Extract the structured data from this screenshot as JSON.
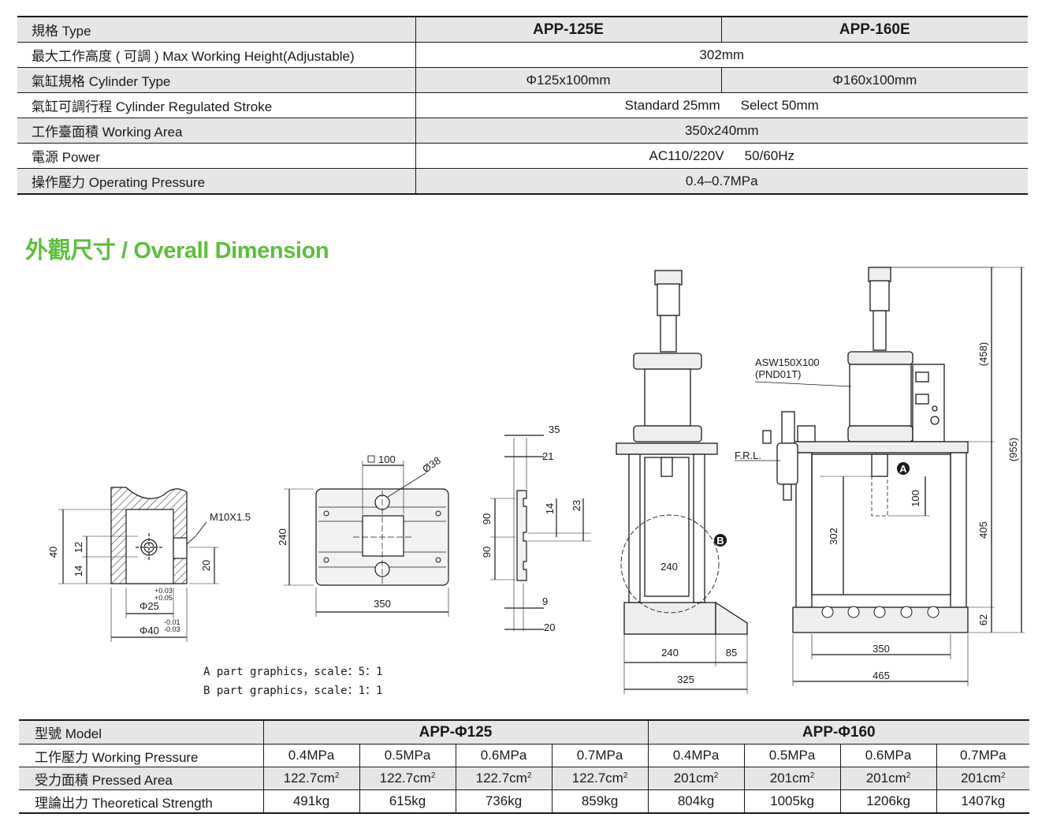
{
  "spec_table": {
    "header": {
      "label": "規格 Type",
      "model_a": "APP-125E",
      "model_b": "APP-160E"
    },
    "rows": [
      {
        "label": "最大工作高度 ( 可調 ) Max Working Height(Adjustable)",
        "value": "302mm"
      },
      {
        "label": "氣缸規格 Cylinder Type",
        "value_a": "Φ125x100mm",
        "value_b": "Φ160x100mm"
      },
      {
        "label": "氣缸可調行程 Cylinder Regulated Stroke",
        "value": "Standard 25mm",
        "value_extra": "Select 50mm"
      },
      {
        "label": "工作臺面積 Working Area",
        "value": "350x240mm"
      },
      {
        "label": "電源 Power",
        "value": "AC110/220V",
        "value_extra": "50/60Hz"
      },
      {
        "label": "操作壓力 Operating Pressure",
        "value": "0.4–0.7MPa"
      }
    ]
  },
  "section_title": "外觀尺寸 / Overall Dimension",
  "drawing": {
    "part_a": {
      "thread": "M10X1.5",
      "d40": "40",
      "d12": "12",
      "d14": "14",
      "d20": "20",
      "phi25": "Φ25",
      "phi25_tol_upper": "+0.03",
      "phi25_tol_lower": "+0.05",
      "phi40": "Φ40",
      "phi40_tol_upper": "-0.01",
      "phi40_tol_lower": "-0.03"
    },
    "table_top": {
      "square": "100",
      "hole": "Ø38",
      "height": "240",
      "width": "350"
    },
    "section": {
      "d35": "35",
      "d21": "21",
      "d14": "14",
      "d23": "23",
      "d90a": "90",
      "d90b": "90",
      "d9": "9",
      "d20": "20"
    },
    "front": {
      "d240_inner": "240",
      "d240": "240",
      "d85": "85",
      "d325": "325",
      "marker_b": "B"
    },
    "side": {
      "cylinder_model": "ASW150X100",
      "cylinder_sub": "(PND01T)",
      "frl": "F.R.L.",
      "marker_a": "A",
      "d100": "100",
      "d302": "302",
      "d458": "(458)",
      "d955": "(955)",
      "d405": "405",
      "d62": "62",
      "d350": "350",
      "d465": "465"
    },
    "captions": [
      "A part graphics，scale：5：1",
      "B part graphics，scale：1：1"
    ]
  },
  "model_table": {
    "header": {
      "label": "型號 Model",
      "model_a": "APP-Φ125",
      "model_b": "APP-Φ160"
    },
    "rows": [
      {
        "label": "工作壓力 Working Pressure",
        "values": [
          "0.4MPa",
          "0.5MPa",
          "0.6MPa",
          "0.7MPa",
          "0.4MPa",
          "0.5MPa",
          "0.6MPa",
          "0.7MPa"
        ]
      },
      {
        "label": "受力面積 Pressed Area",
        "values": [
          "122.7cm",
          "122.7cm",
          "122.7cm",
          "122.7cm",
          "201cm",
          "201cm",
          "201cm",
          "201cm"
        ],
        "unit_sup": "2"
      },
      {
        "label": "理論出力 Theoretical Strength",
        "values": [
          "491kg",
          "615kg",
          "736kg",
          "859kg",
          "804kg",
          "1005kg",
          "1206kg",
          "1407kg"
        ]
      }
    ]
  },
  "colors": {
    "accent_green": "#5cbf3a",
    "row_shade": "#e6e6e6",
    "line": "#1a1a1a"
  }
}
